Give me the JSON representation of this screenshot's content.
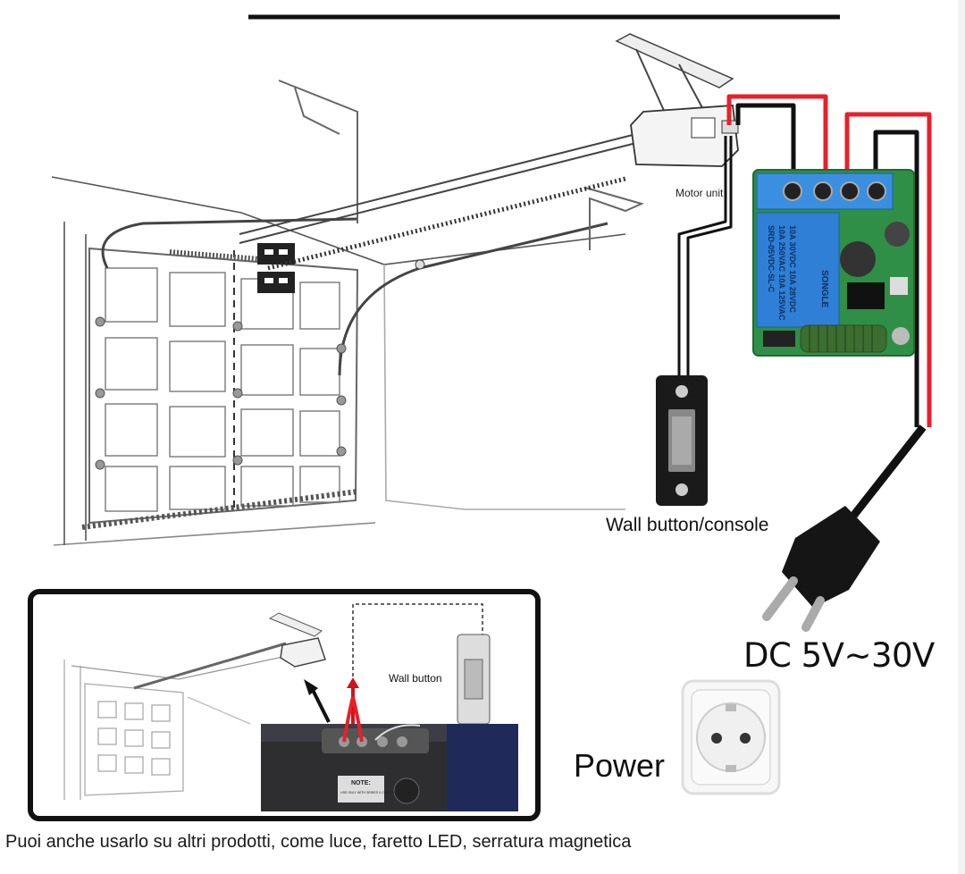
{
  "labels": {
    "motor_unit": "Motor unit",
    "wall_button_console": "Wall button/console",
    "voltage": "DC 5V~30V",
    "power": "Power",
    "inset_wall_button": "Wall button"
  },
  "relay_module": {
    "relay_text_lines": [
      "SRD-05VDC-SL-C",
      "10A 250VAC 10A 125VAC",
      "10A 30VDC 10A 28VDC"
    ],
    "brand": "SONGLE"
  },
  "inset_note": {
    "title": "NOTE:",
    "text": "USE ONLY WITH SERIES II CONTROLS"
  },
  "caption": "Puoi anche usarlo su altri prodotti, come luce, faretto LED, serratura magnetica",
  "colors": {
    "wire_red": "#e8202a",
    "wire_black": "#111111",
    "relay_blue": "#2f7fd6",
    "pcb_green": "#2f8f46"
  }
}
